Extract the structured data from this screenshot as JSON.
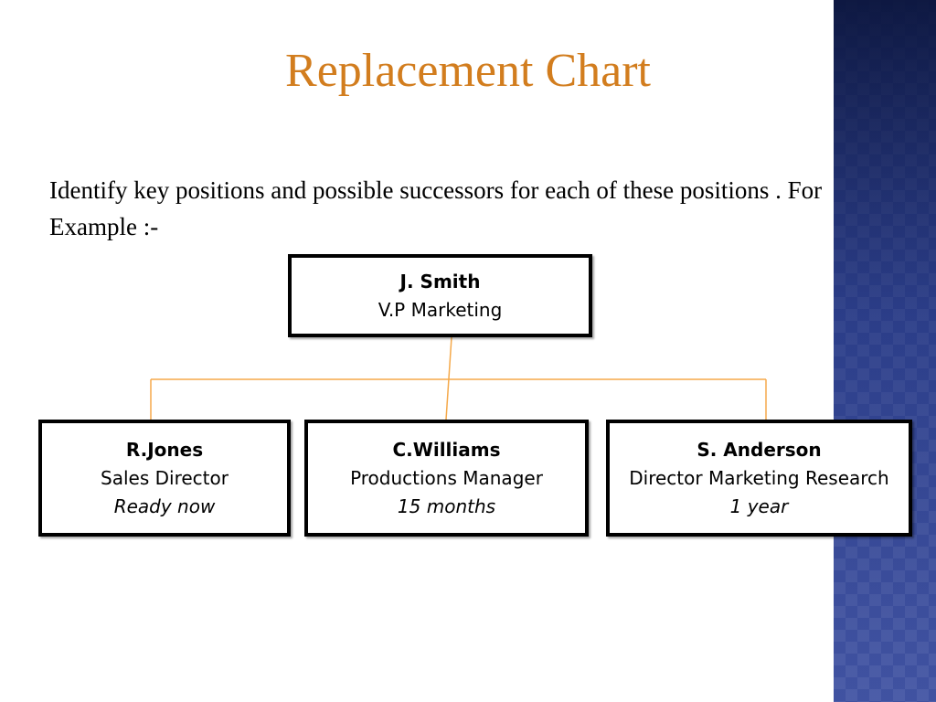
{
  "slide": {
    "title": "Replacement Chart",
    "intro": "Identify key positions  and possible successors for each of these positions . For Example :-"
  },
  "chart": {
    "root": {
      "name": "J. Smith",
      "role": "V.P Marketing"
    },
    "successors": [
      {
        "name": "R.Jones",
        "role": "Sales Director",
        "readiness": "Ready now"
      },
      {
        "name": "C.Williams",
        "role": "Productions Manager",
        "readiness": "15 months"
      },
      {
        "name": "S. Anderson",
        "role": "Director Marketing Research",
        "readiness": "1 year"
      }
    ]
  },
  "colors": {
    "title": "#d27d1e",
    "connector": "#f5a94a",
    "box_border": "#000000",
    "side_band": "#2c3d85"
  }
}
